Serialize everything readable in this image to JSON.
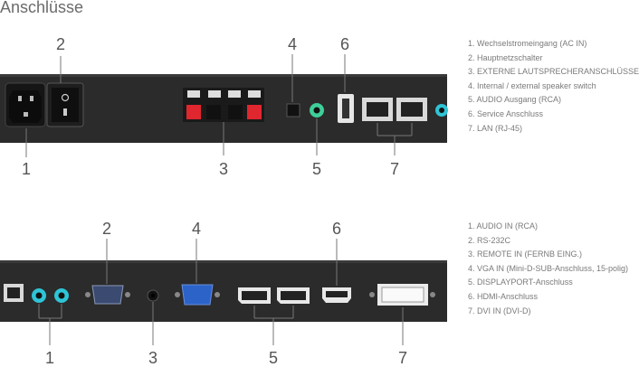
{
  "title": "Anschlüsse",
  "panel1": {
    "numbers": [
      "1",
      "2",
      "3",
      "4",
      "5",
      "6",
      "7"
    ],
    "legend": [
      "1. Wechselstromeingang (AC IN)",
      "2. Hauptnetzschalter",
      "3. EXTERNE LAUTSPRECHERANSCHLÜSSE",
      "4. Internal / external speaker switch",
      "5. AUDIO Ausgang (RCA)",
      "6. Service Anschluss",
      "7. LAN (RJ-45)"
    ]
  },
  "panel2": {
    "numbers": [
      "1",
      "2",
      "3",
      "4",
      "5",
      "6",
      "7"
    ],
    "legend": [
      "1. AUDIO IN (RCA)",
      "2. RS-232C",
      "3. REMOTE IN (FERNB EING.)",
      "4. VGA IN (Mini-D-SUB-Anschluss, 15-polig)",
      "5. DISPLAYPORT-Anschluss",
      "6. HDMI-Anschluss",
      "7. DVI IN (DVI-D)"
    ]
  },
  "colors": {
    "panel": "#2b2b2b",
    "audio_jack": "#2ec4d6",
    "audio_out_jack": "#3ecf9a",
    "speaker_red": "#e0262f",
    "vga_blue": "#2b63c9"
  }
}
